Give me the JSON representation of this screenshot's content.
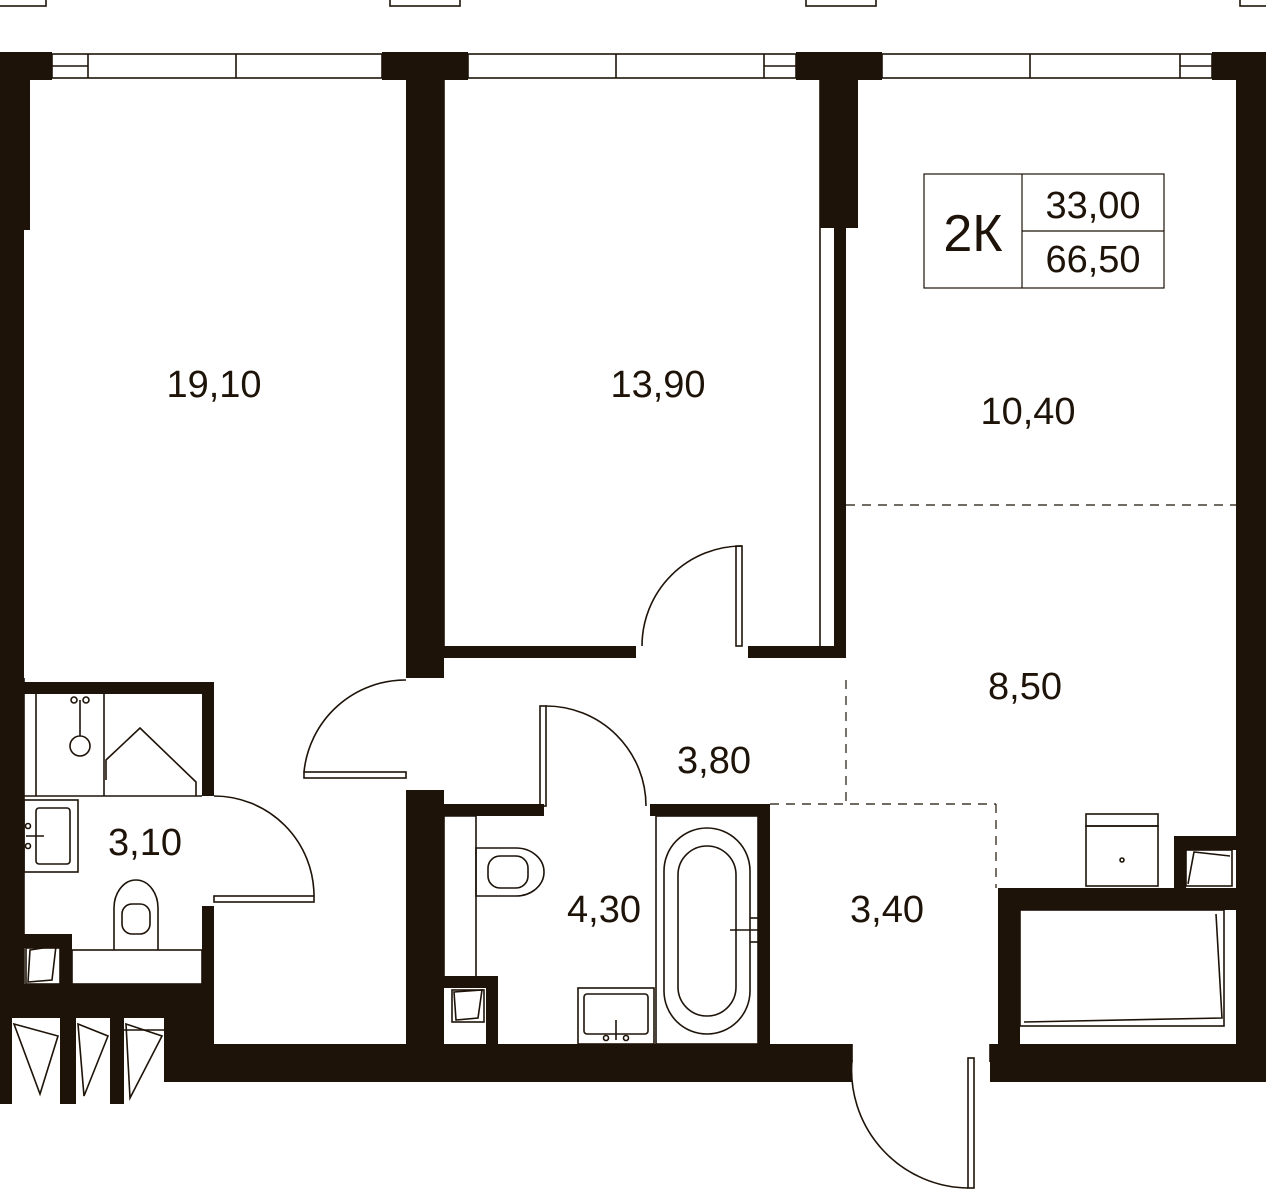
{
  "apartment": {
    "type": "2К",
    "living_area": "33,00",
    "total_area": "66,50"
  },
  "rooms": [
    {
      "id": "bedroom-left",
      "area": "19,10"
    },
    {
      "id": "bedroom-middle",
      "area": "13,90"
    },
    {
      "id": "living-room",
      "area": "10,40"
    },
    {
      "id": "kitchen",
      "area": "8,50"
    },
    {
      "id": "hall",
      "area": "3,80"
    },
    {
      "id": "shower-room",
      "area": "3,10"
    },
    {
      "id": "bathroom",
      "area": "4,30"
    },
    {
      "id": "entrance",
      "area": "3,40"
    }
  ],
  "colors": {
    "wall": "#1e1308",
    "background": "#ffffff"
  }
}
